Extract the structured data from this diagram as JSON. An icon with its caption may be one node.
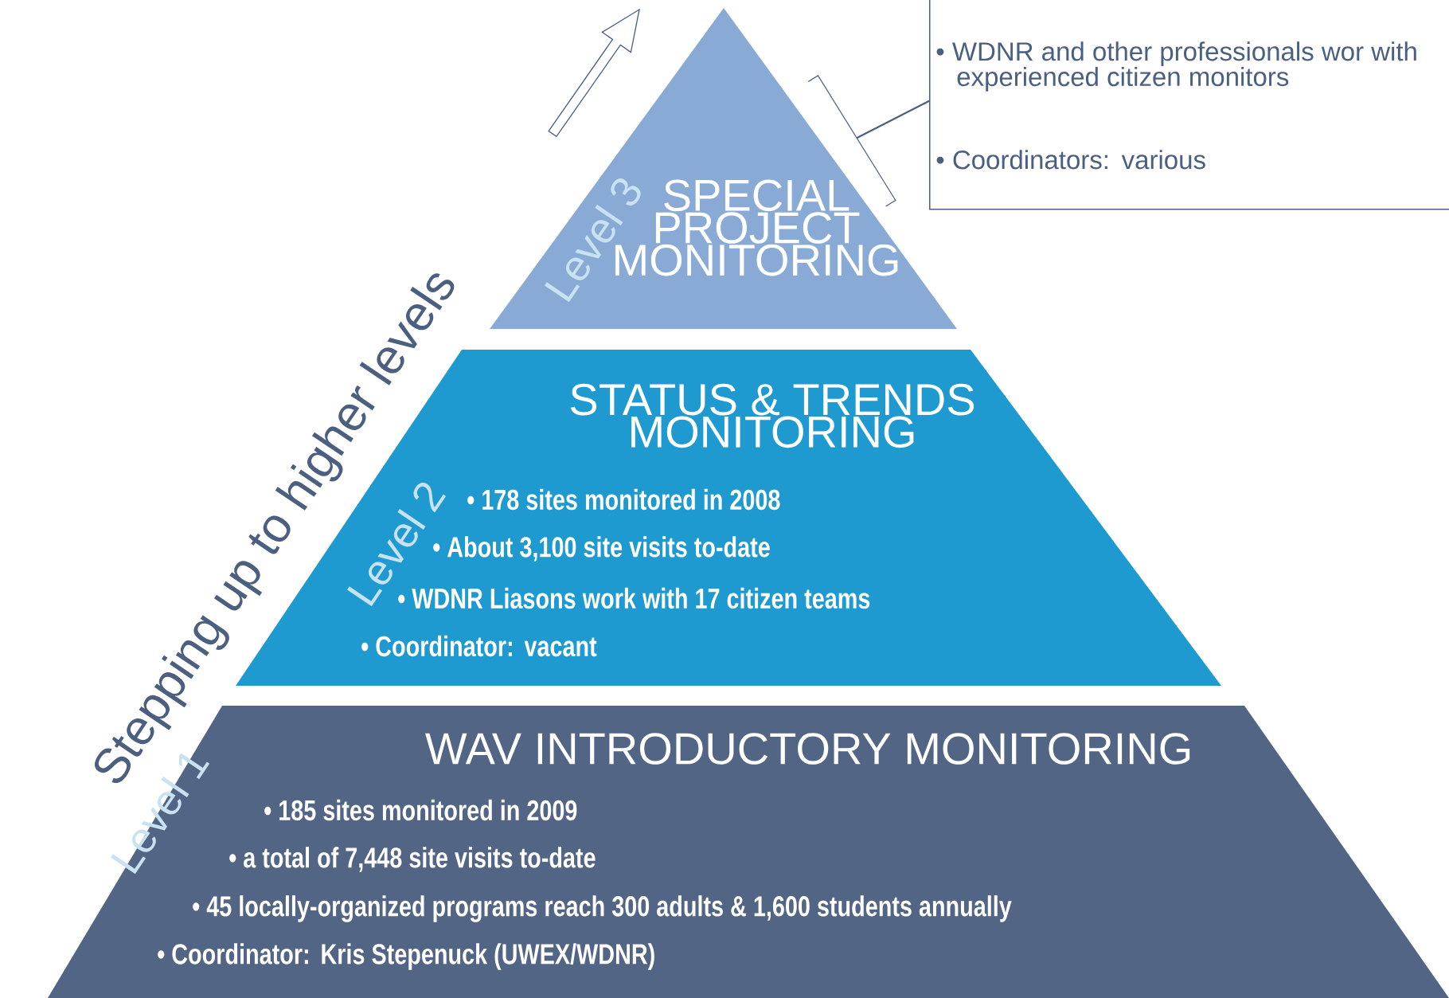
{
  "diagram": {
    "nodes": [
      {
        "text": [
          "Level 3",
          "SPECIAL PROJECT MONITORING"
        ]
      },
      {
        "text": [],
        "shape": "bracket"
      },
      {
        "text": [
          "• WDNR and other professionals wor with experienced citizen monitors",
          "• Coordinators:  various"
        ]
      },
      {
        "text": [
          "Level 2",
          "STATUS & TRENDS MONITORING",
          "• 178 sites monitored in 2008",
          "• About 3,100 site visits to-date",
          "• WDNR Liasons work with 17 citizen teams",
          "• Coordinator:  vacant"
        ]
      },
      {
        "text": [
          "Level 1",
          "WAV  INTRODUCTORY MONITORING",
          "• 185 sites monitored in 2009",
          "• a total of 7,448 site visits to-date",
          "• 45 locally-organized programs reach 300 adults & 1,600 students annually",
          "• Coordinator:  Kris Stepenuck (UWEX/WDNR)"
        ]
      }
    ],
    "edges": [
      {
        "from": 2,
        "to": 1,
        "arrow": "none"
      }
    ],
    "labels": [
      "Stepping up to higher levels"
    ]
  }
}
